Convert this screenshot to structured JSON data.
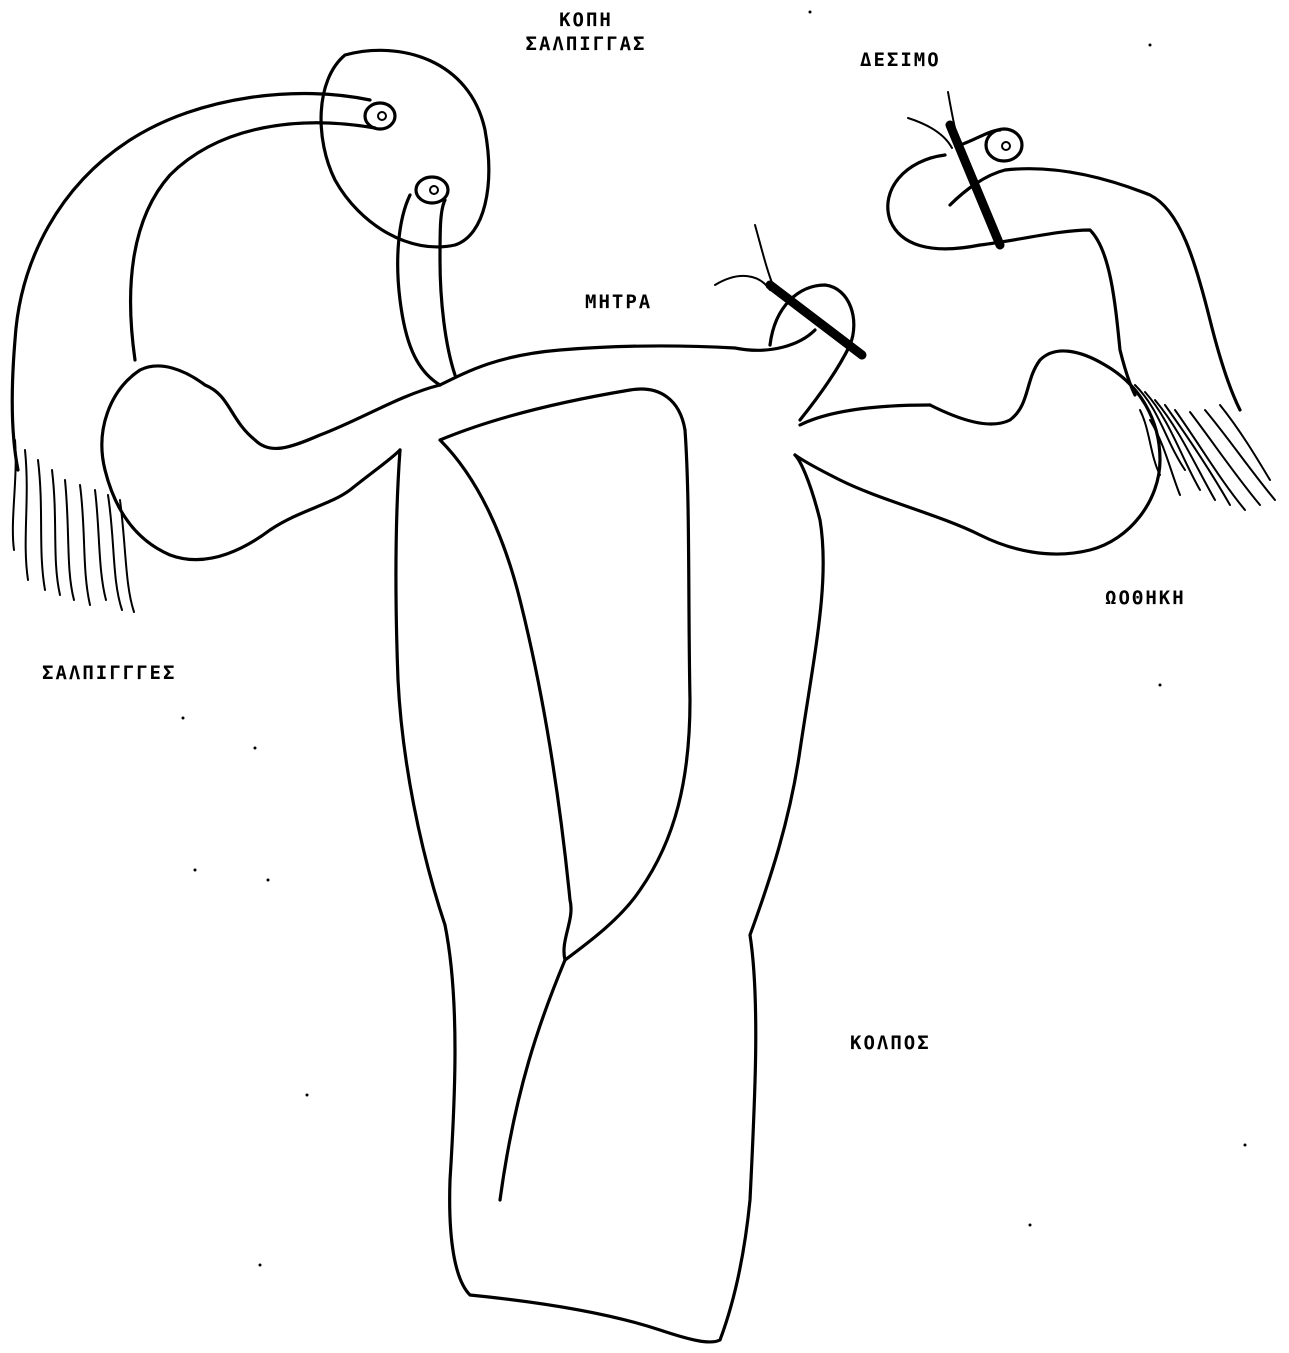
{
  "labels": {
    "cut_tube_line1": "ΚΟΠΗ",
    "cut_tube_line2": "ΣΑΛΠΙΓΓΑΣ",
    "ligation": "ΔΕΣΙΜΟ",
    "uterus": "ΜΗΤΡΑ",
    "ovary": "ΩΟΘΗΚΗ",
    "tubes": "ΣΑΛΠΙΓΓΓΕΣ",
    "vagina": "ΚΟΛΠΟΣ"
  },
  "colors": {
    "ink": "#000000",
    "paper": "#ffffff"
  }
}
